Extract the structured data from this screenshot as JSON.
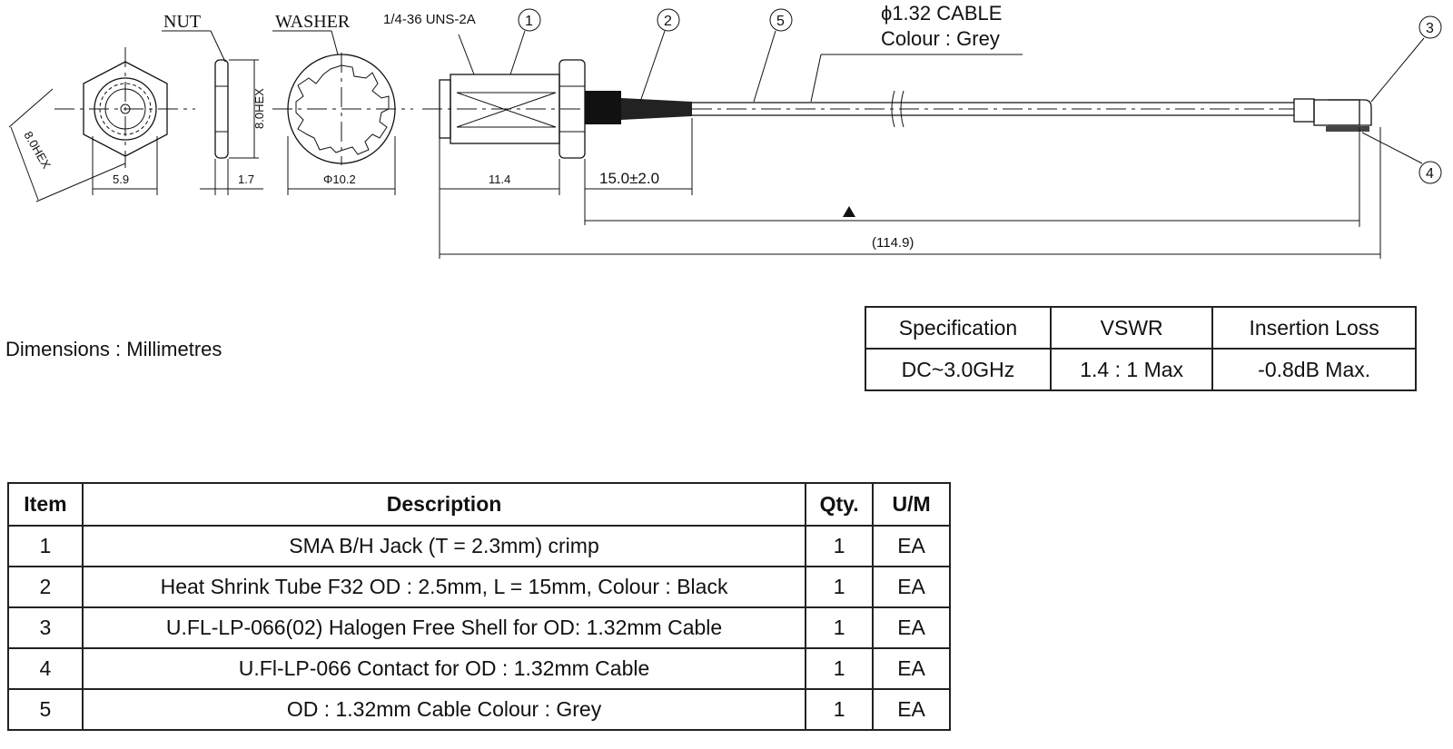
{
  "drawing": {
    "labels": {
      "nut": "NUT",
      "washer": "WASHER",
      "thread": "1/4-36 UNS-2A",
      "cable_line1": "ϕ1.32 CABLE",
      "cable_line2": "Colour : Grey",
      "balloon_1": "1",
      "balloon_2": "2",
      "balloon_3": "3",
      "balloon_4": "4",
      "balloon_5": "5"
    },
    "dimensions": {
      "hex_diag": "8.0HEX",
      "hex_width": "5.9",
      "nut_hex": "8.0HEX",
      "nut_thickness": "1.7",
      "washer_dia": "Φ10.2",
      "body_length": "11.4",
      "heat_shrink": "15.0±2.0",
      "overall": "(114.9)"
    }
  },
  "units_note": "Dimensions : Millimetres",
  "spec_table": {
    "headers": [
      "Specification",
      "VSWR",
      "Insertion Loss"
    ],
    "row": [
      "DC~3.0GHz",
      "1.4 : 1 Max",
      "-0.8dB Max."
    ]
  },
  "parts_table": {
    "headers": [
      "Item",
      "Description",
      "Qty.",
      "U/M"
    ],
    "rows": [
      [
        "1",
        "SMA B/H Jack (T = 2.3mm) crimp",
        "1",
        "EA"
      ],
      [
        "2",
        "Heat Shrink Tube F32 OD : 2.5mm, L = 15mm, Colour : Black",
        "1",
        "EA"
      ],
      [
        "3",
        "U.FL-LP-066(02) Halogen Free Shell for OD: 1.32mm Cable",
        "1",
        "EA"
      ],
      [
        "4",
        "U.Fl-LP-066 Contact for OD : 1.32mm Cable",
        "1",
        "EA"
      ],
      [
        "5",
        "OD : 1.32mm Cable Colour : Grey",
        "1",
        "EA"
      ]
    ]
  }
}
